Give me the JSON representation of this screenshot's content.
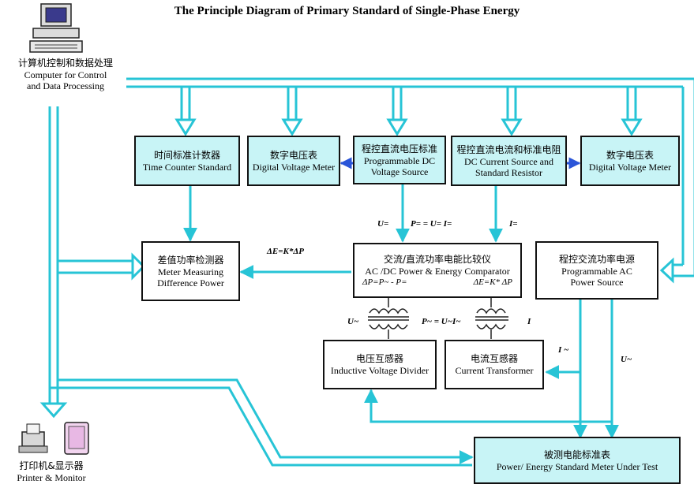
{
  "title": "The Principle Diagram of Primary Standard of Single-Phase Energy",
  "computer": {
    "cn": "计算机控制和数据处理",
    "en1": "Computer for Control",
    "en2": "and Data Processing"
  },
  "printer": {
    "cn": "打印机&显示器",
    "en": "Printer & Monitor"
  },
  "boxes": {
    "time_counter": {
      "cn": "时间标准计数器",
      "en": "Time Counter Standard"
    },
    "dvm1": {
      "cn": "数字电压表",
      "en": "Digital Voltage Meter"
    },
    "dc_voltage": {
      "cn": "程控直流电压标准",
      "en1": "Programmable DC",
      "en2": "Voltage Source"
    },
    "dc_current": {
      "cn": "程控直流电流和标准电阻",
      "en1": "DC Current Source and",
      "en2": "Standard Resistor"
    },
    "dvm2": {
      "cn": "数字电压表",
      "en": "Digital Voltage Meter"
    },
    "diff_power": {
      "cn": "差值功率检测器",
      "en1": "Meter Measuring",
      "en2": "Difference Power"
    },
    "comparator": {
      "cn": "交流/直流功率电能比较仪",
      "en": "AC /DC Power & Energy Comparator",
      "eq1": "ΔP=P~ - P=",
      "eq2": "ΔE=K* ΔP"
    },
    "ac_source": {
      "cn": "程控交流功率电源",
      "en1": "Programmable AC",
      "en2": "Power Source"
    },
    "ivd": {
      "cn": "电压互感器",
      "en": "Inductive Voltage Divider"
    },
    "ct": {
      "cn": "电流互感器",
      "en": "Current Transformer"
    },
    "meter_under_test": {
      "cn": "被测电能标准表",
      "en": "Power/ Energy Standard Meter Under Test"
    }
  },
  "labels": {
    "u_dc": "U=",
    "p_dc": "P= = U= I=",
    "i_dc": "I=",
    "delta_e": "ΔE=K*ΔP",
    "u_ac": "U~",
    "p_ac": "P~ = U~I~",
    "i_ct": "I",
    "i_ac": "I ~",
    "u_ac2": "U~"
  },
  "colors": {
    "wire": "#27c4d6",
    "box_fill": "#c8f4f6",
    "link_arrow": "#2a55d8"
  }
}
